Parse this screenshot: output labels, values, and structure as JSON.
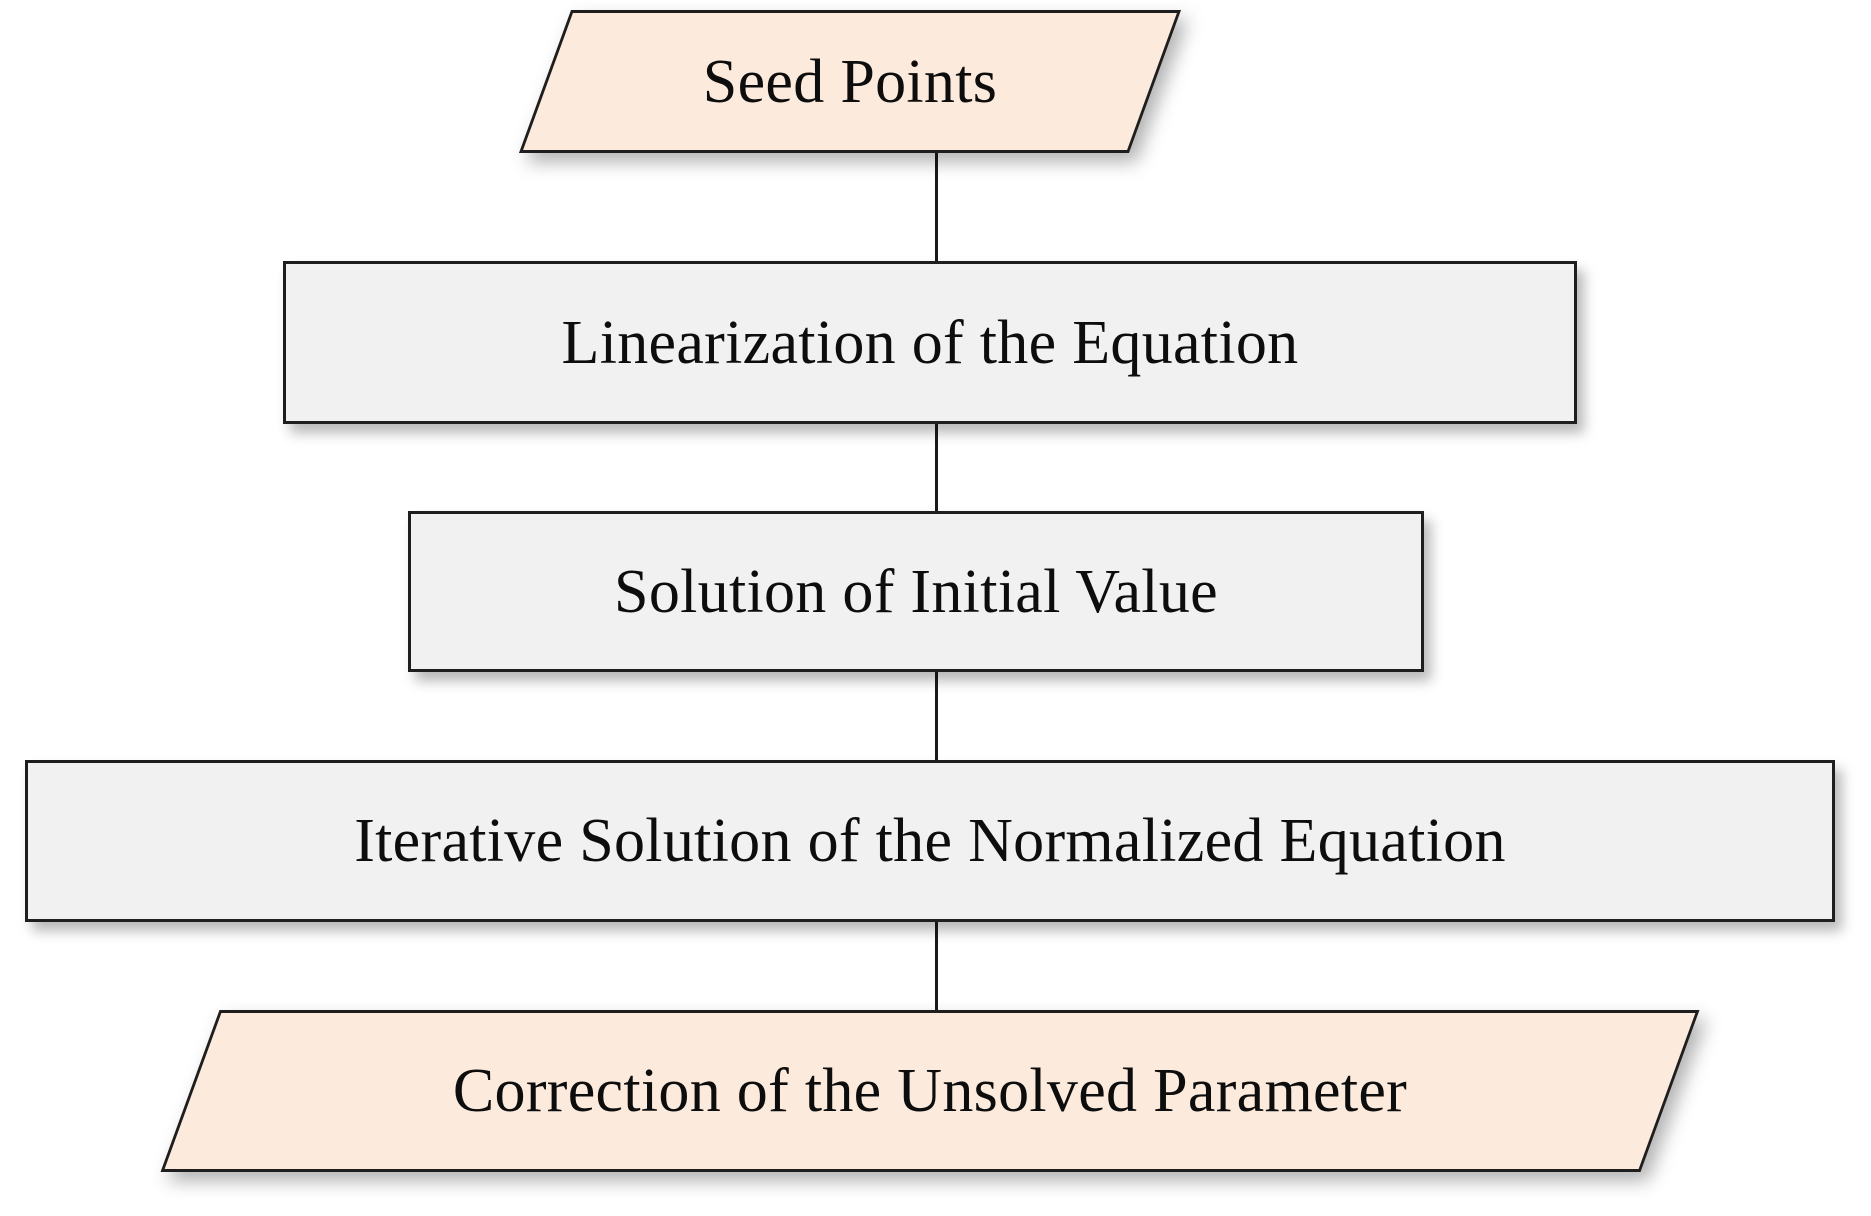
{
  "diagram": {
    "title": "Seed Points flowchart",
    "background_color": "#ffffff",
    "colors": {
      "process_fill": "#f1f1f1",
      "io_fill": "#fcebdd",
      "border": "#1e1e1e",
      "text": "#0d0d0d",
      "connector": "#1a1a1a"
    },
    "nodes": [
      {
        "id": "seed-points",
        "label": "Seed Points",
        "shape": "parallelogram",
        "fill": "#fcebdd"
      },
      {
        "id": "linearization",
        "label": "Linearization of the Equation",
        "shape": "rectangle",
        "fill": "#f1f1f1"
      },
      {
        "id": "initial-value",
        "label": "Solution of Initial Value",
        "shape": "rectangle",
        "fill": "#f1f1f1"
      },
      {
        "id": "iterative-solution",
        "label": "Iterative Solution of the Normalized Equation",
        "shape": "rectangle",
        "fill": "#f1f1f1"
      },
      {
        "id": "correction",
        "label": "Correction of the Unsolved Parameter",
        "shape": "parallelogram",
        "fill": "#fcebdd"
      }
    ],
    "edges": [
      {
        "from": "seed-points",
        "to": "linearization"
      },
      {
        "from": "linearization",
        "to": "initial-value"
      },
      {
        "from": "initial-value",
        "to": "iterative-solution"
      },
      {
        "from": "iterative-solution",
        "to": "correction"
      }
    ]
  }
}
